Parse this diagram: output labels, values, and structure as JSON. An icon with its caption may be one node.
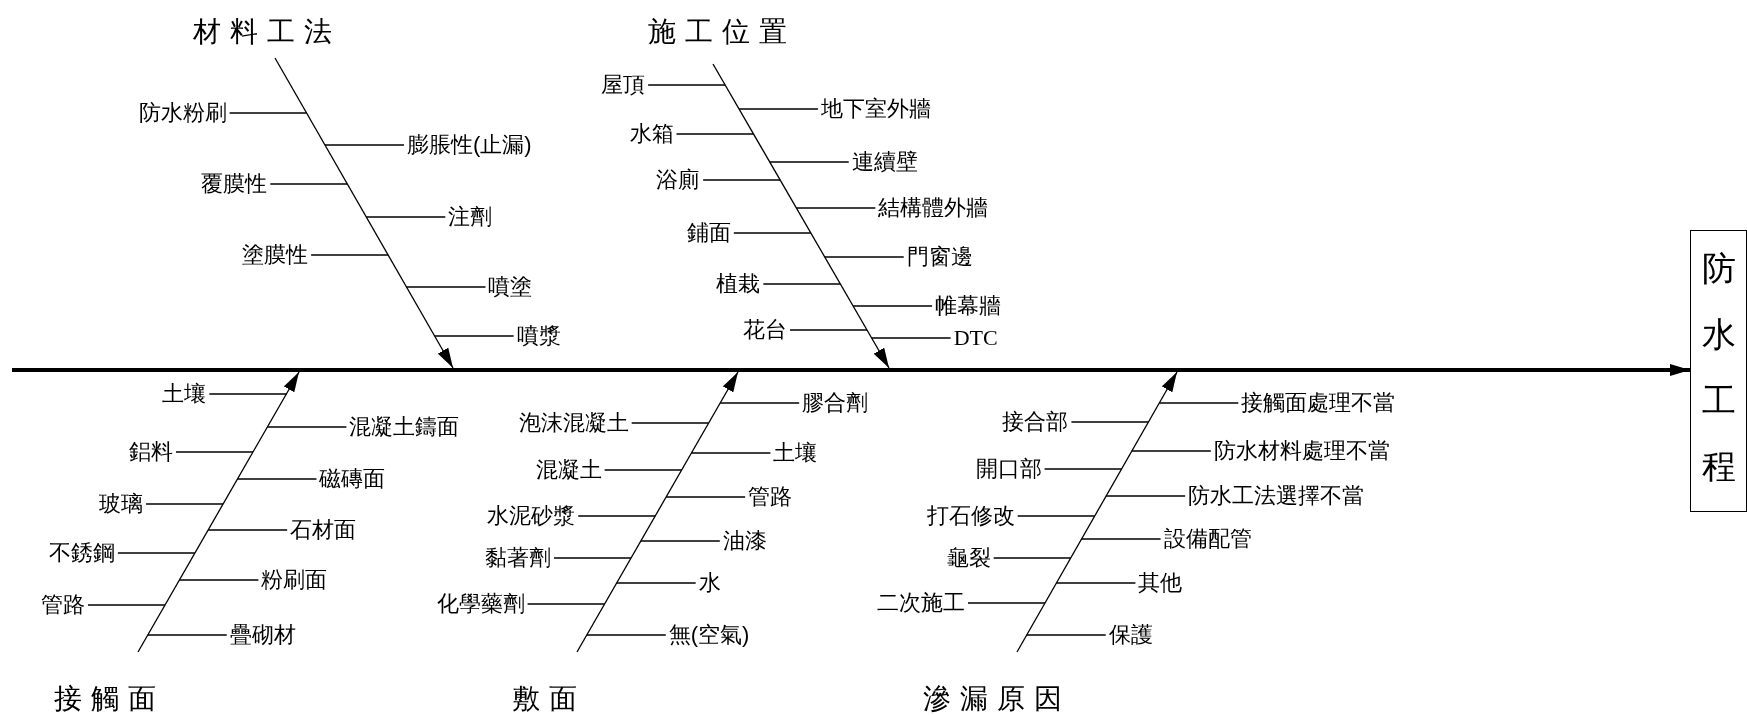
{
  "diagram": {
    "nodes": [
      {
        "text": [
          "材料工法"
        ]
      },
      {
        "text": [
          "防水粉刷"
        ]
      },
      {
        "text": [
          "膨脹性(止漏)"
        ]
      },
      {
        "text": [
          "覆膜性"
        ]
      },
      {
        "text": [
          "注劑"
        ]
      },
      {
        "text": [
          "塗膜性"
        ]
      },
      {
        "text": [
          "噴塗"
        ]
      },
      {
        "text": [
          "噴漿"
        ]
      },
      {
        "text": [
          "施工位置"
        ]
      },
      {
        "text": [
          "屋頂"
        ]
      },
      {
        "text": [
          "地下室外牆"
        ]
      },
      {
        "text": [
          "水箱"
        ]
      },
      {
        "text": [
          "連續壁"
        ]
      },
      {
        "text": [
          "浴廁"
        ]
      },
      {
        "text": [
          "結構體外牆"
        ]
      },
      {
        "text": [
          "鋪面"
        ]
      },
      {
        "text": [
          "門窗邊"
        ]
      },
      {
        "text": [
          "植栽"
        ]
      },
      {
        "text": [
          "帷幕牆"
        ]
      },
      {
        "text": [
          "花台"
        ]
      },
      {
        "text": [
          "DTC"
        ]
      },
      {
        "text": [
          "接觸面"
        ]
      },
      {
        "text": [
          "土壤"
        ]
      },
      {
        "text": [
          "混凝土鑄面"
        ]
      },
      {
        "text": [
          "鋁料"
        ]
      },
      {
        "text": [
          "磁磚面"
        ]
      },
      {
        "text": [
          "玻璃"
        ]
      },
      {
        "text": [
          "石材面"
        ]
      },
      {
        "text": [
          "不銹鋼"
        ]
      },
      {
        "text": [
          "粉刷面"
        ]
      },
      {
        "text": [
          "管路"
        ]
      },
      {
        "text": [
          "疊砌材"
        ]
      },
      {
        "text": [
          "敷面"
        ]
      },
      {
        "text": [
          "膠合劑"
        ]
      },
      {
        "text": [
          "泡沫混凝土"
        ]
      },
      {
        "text": [
          "土壤"
        ]
      },
      {
        "text": [
          "混凝土"
        ]
      },
      {
        "text": [
          "管路"
        ]
      },
      {
        "text": [
          "水泥砂漿"
        ]
      },
      {
        "text": [
          "油漆"
        ]
      },
      {
        "text": [
          "黏著劑"
        ]
      },
      {
        "text": [
          "水"
        ]
      },
      {
        "text": [
          "化學藥劑"
        ]
      },
      {
        "text": [
          "無(空氣)"
        ]
      },
      {
        "text": [
          "滲漏原因"
        ]
      },
      {
        "text": [
          "接觸面處理不當"
        ]
      },
      {
        "text": [
          "接合部"
        ]
      },
      {
        "text": [
          "防水材料處理不當"
        ]
      },
      {
        "text": [
          "開口部"
        ]
      },
      {
        "text": [
          "防水工法選擇不當"
        ]
      },
      {
        "text": [
          "打石修改"
        ]
      },
      {
        "text": [
          "設備配管"
        ]
      },
      {
        "text": [
          "龜裂"
        ]
      },
      {
        "text": [
          "其他"
        ]
      },
      {
        "text": [
          "二次施工"
        ]
      },
      {
        "text": [
          "保護"
        ]
      },
      {
        "text": [
          "防水工程"
        ]
      },
      {
        "text": [],
        "shape": "bar"
      }
    ],
    "edges": [
      {
        "from": 0,
        "to": 57,
        "arrow": "to"
      },
      {
        "from": 1,
        "to": null,
        "arrow": "none"
      },
      {
        "from": 2,
        "to": null,
        "arrow": "none"
      },
      {
        "from": 3,
        "to": null,
        "arrow": "none"
      },
      {
        "from": 4,
        "to": null,
        "arrow": "none"
      },
      {
        "from": 5,
        "to": null,
        "arrow": "none"
      },
      {
        "from": 6,
        "to": null,
        "arrow": "none"
      },
      {
        "from": 7,
        "to": null,
        "arrow": "none"
      },
      {
        "from": 8,
        "to": 57,
        "arrow": "to"
      },
      {
        "from": 9,
        "to": null,
        "arrow": "none"
      },
      {
        "from": 10,
        "to": null,
        "arrow": "none"
      },
      {
        "from": 11,
        "to": null,
        "arrow": "none"
      },
      {
        "from": 12,
        "to": null,
        "arrow": "none"
      },
      {
        "from": 13,
        "to": null,
        "arrow": "none"
      },
      {
        "from": 14,
        "to": null,
        "arrow": "none"
      },
      {
        "from": 15,
        "to": null,
        "arrow": "none"
      },
      {
        "from": 16,
        "to": null,
        "arrow": "none"
      },
      {
        "from": 17,
        "to": null,
        "arrow": "none"
      },
      {
        "from": 18,
        "to": null,
        "arrow": "none"
      },
      {
        "from": 19,
        "to": null,
        "arrow": "none"
      },
      {
        "from": 20,
        "to": null,
        "arrow": "none"
      },
      {
        "from": 21,
        "to": 57,
        "arrow": "to"
      },
      {
        "from": 22,
        "to": null,
        "arrow": "none"
      },
      {
        "from": 23,
        "to": null,
        "arrow": "none"
      },
      {
        "from": 24,
        "to": null,
        "arrow": "none"
      },
      {
        "from": 25,
        "to": null,
        "arrow": "none"
      },
      {
        "from": 26,
        "to": null,
        "arrow": "none"
      },
      {
        "from": 27,
        "to": null,
        "arrow": "none"
      },
      {
        "from": 28,
        "to": null,
        "arrow": "none"
      },
      {
        "from": 29,
        "to": null,
        "arrow": "none"
      },
      {
        "from": 30,
        "to": null,
        "arrow": "none"
      },
      {
        "from": 31,
        "to": null,
        "arrow": "none"
      },
      {
        "from": 32,
        "to": 57,
        "arrow": "to"
      },
      {
        "from": 33,
        "to": null,
        "arrow": "none"
      },
      {
        "from": 34,
        "to": null,
        "arrow": "none"
      },
      {
        "from": 35,
        "to": null,
        "arrow": "none"
      },
      {
        "from": 36,
        "to": null,
        "arrow": "none"
      },
      {
        "from": 37,
        "to": null,
        "arrow": "none"
      },
      {
        "from": 38,
        "to": null,
        "arrow": "none"
      },
      {
        "from": 39,
        "to": null,
        "arrow": "none"
      },
      {
        "from": 40,
        "to": null,
        "arrow": "none"
      },
      {
        "from": 41,
        "to": null,
        "arrow": "none"
      },
      {
        "from": 42,
        "to": null,
        "arrow": "none"
      },
      {
        "from": 43,
        "to": null,
        "arrow": "none"
      },
      {
        "from": 44,
        "to": 57,
        "arrow": "to"
      },
      {
        "from": 45,
        "to": null,
        "arrow": "none"
      },
      {
        "from": 46,
        "to": null,
        "arrow": "none"
      },
      {
        "from": 47,
        "to": null,
        "arrow": "none"
      },
      {
        "from": 48,
        "to": null,
        "arrow": "none"
      },
      {
        "from": 49,
        "to": null,
        "arrow": "none"
      },
      {
        "from": 50,
        "to": null,
        "arrow": "none"
      },
      {
        "from": 51,
        "to": null,
        "arrow": "none"
      },
      {
        "from": 52,
        "to": null,
        "arrow": "none"
      },
      {
        "from": 53,
        "to": null,
        "arrow": "none"
      },
      {
        "from": 54,
        "to": null,
        "arrow": "none"
      },
      {
        "from": 55,
        "to": null,
        "arrow": "none"
      },
      {
        "from": 57,
        "to": 56,
        "arrow": "to",
        "style": "thick"
      }
    ]
  }
}
